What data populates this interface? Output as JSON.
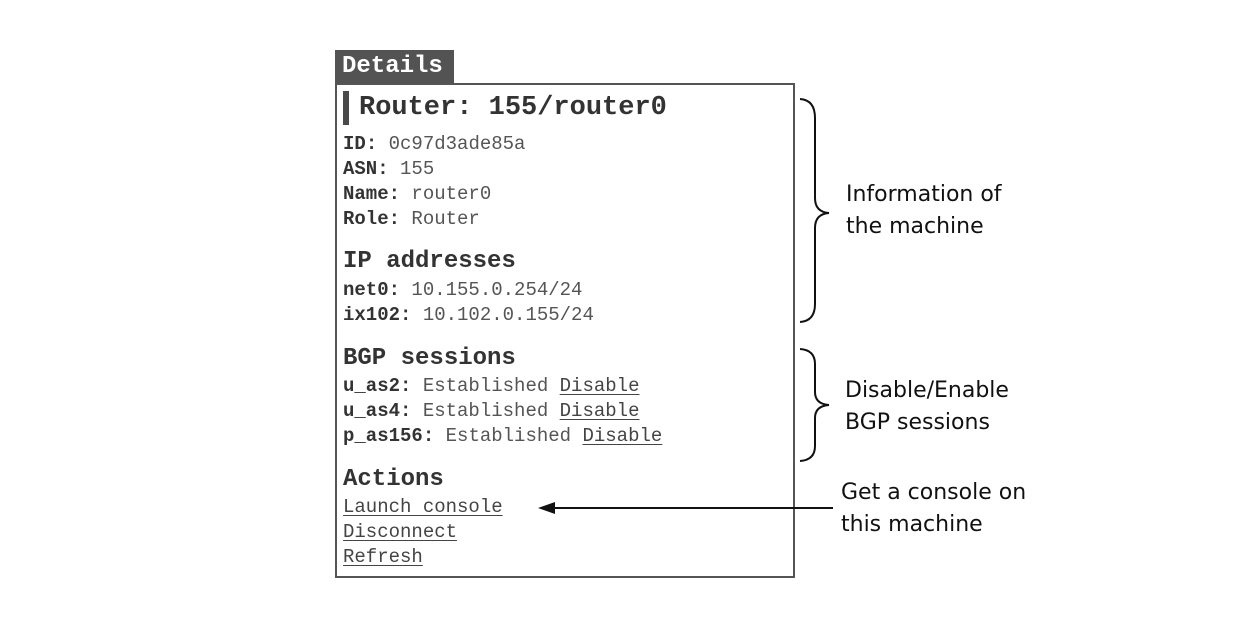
{
  "details_tab": "Details",
  "title": "Router: 155/router0",
  "info": [
    {
      "key": "ID",
      "value": "0c97d3ade85a"
    },
    {
      "key": "ASN",
      "value": "155"
    },
    {
      "key": "Name",
      "value": "router0"
    },
    {
      "key": "Role",
      "value": "Router"
    }
  ],
  "ip_heading": "IP addresses",
  "ip_addresses": [
    {
      "iface": "net0",
      "value": "10.155.0.254/24"
    },
    {
      "iface": "ix102",
      "value": "10.102.0.155/24"
    }
  ],
  "bgp_heading": "BGP sessions",
  "bgp_sessions": [
    {
      "peer": "u_as2",
      "state": "Established",
      "action": "Disable"
    },
    {
      "peer": "u_as4",
      "state": "Established",
      "action": "Disable"
    },
    {
      "peer": "p_as156",
      "state": "Established",
      "action": "Disable"
    }
  ],
  "actions_heading": "Actions",
  "actions": [
    "Launch console",
    "Disconnect",
    "Refresh"
  ],
  "annotations": {
    "info": "Information of\nthe machine",
    "bgp": "Disable/Enable\nBGP sessions",
    "console": "Get a console on\nthis machine"
  }
}
